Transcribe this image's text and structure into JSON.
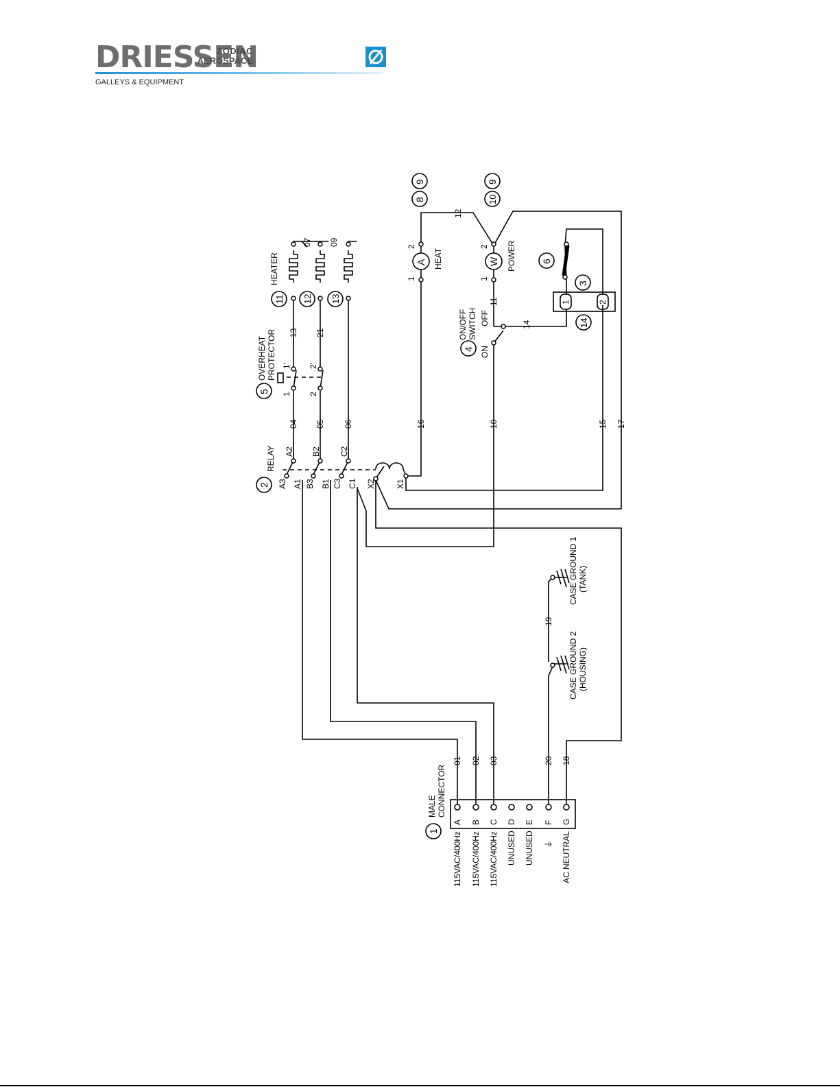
{
  "header": {
    "brand": "DRIESSEN",
    "tagline": "GALLEYS & EQUIPMENT",
    "partner_line1": "ZODIAC",
    "partner_line2": "AEROSPACE"
  },
  "colors": {
    "brand_gray": "#6d6e71",
    "brand_blue": "#1f8fd1",
    "zodiac_blue": "#1a8fd0",
    "line": "#000000"
  },
  "schematic": {
    "connector": {
      "item": "1",
      "title_line1": "MALE",
      "title_line2": "CONNECTOR",
      "pins": [
        {
          "pin": "A",
          "function": "115VAC/400Hz",
          "wire": "01"
        },
        {
          "pin": "B",
          "function": "115VAC/400Hz",
          "wire": "02"
        },
        {
          "pin": "C",
          "function": "115VAC/400Hz",
          "wire": "03"
        },
        {
          "pin": "D",
          "function": "UNUSED",
          "wire": ""
        },
        {
          "pin": "E",
          "function": "UNUSED",
          "wire": ""
        },
        {
          "pin": "F",
          "function": "⏚",
          "wire": "20"
        },
        {
          "pin": "G",
          "function": "AC NEUTRAL",
          "wire": "18"
        }
      ]
    },
    "relay": {
      "item": "2",
      "title": "RELAY",
      "terminals": [
        "A3",
        "A2",
        "A1",
        "B3",
        "B2",
        "B1",
        "C3",
        "C2",
        "C1",
        "X2",
        "X1"
      ]
    },
    "overheat_protector": {
      "item": "5",
      "title_line1": "OVERHEAT",
      "title_line2": "PROTECTOR",
      "terminals": [
        "1",
        "1'",
        "2",
        "2'"
      ]
    },
    "heater": {
      "title": "HEATER",
      "items": [
        "11",
        "12",
        "13"
      ]
    },
    "heat_lamp": {
      "items": [
        "8",
        "9"
      ],
      "symbol": "A",
      "label": "HEAT",
      "pins": [
        "1",
        "2"
      ]
    },
    "power_lamp": {
      "items": [
        "10",
        "9"
      ],
      "symbol": "W",
      "label": "POWER",
      "pins": [
        "1",
        "2"
      ]
    },
    "switch": {
      "item": "4",
      "title_line1": "ON/OFF",
      "title_line2": "SWITCH",
      "on_label": "ON",
      "off_label": "OFF"
    },
    "thermostat": {
      "items": [
        "6",
        "3",
        "14"
      ],
      "terminals": [
        "1",
        "2"
      ]
    },
    "case_ground_1": {
      "line1": "CASE GROUND 1",
      "line2": "(TANK)"
    },
    "case_ground_2": {
      "line1": "CASE GROUND 2",
      "line2": "(HOUSING)"
    },
    "wires": {
      "w04": "04",
      "w05": "05",
      "w06": "06",
      "w13": "13",
      "w21": "21",
      "w07": "07",
      "w09": "09",
      "w16": "16",
      "w10": "10",
      "w15": "15",
      "w17": "17",
      "w11": "11",
      "w12": "12",
      "w14": "14",
      "w19": "19"
    }
  }
}
